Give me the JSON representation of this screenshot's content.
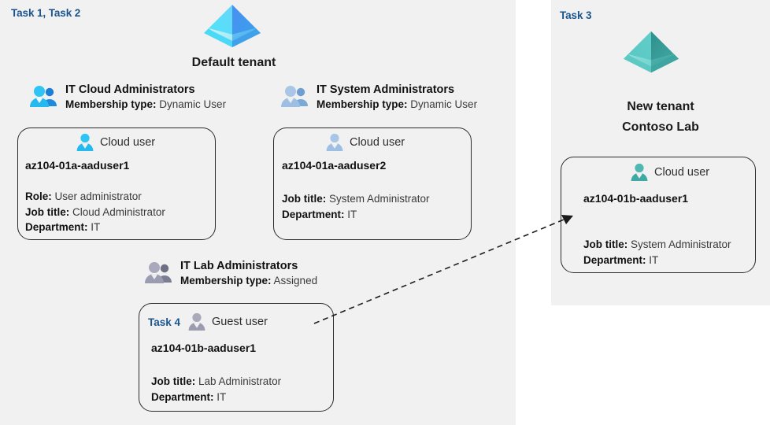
{
  "panels": {
    "left": {
      "task_tag": "Task 1, Task 2"
    },
    "right": {
      "task_tag": "Task 3"
    }
  },
  "tenants": [
    {
      "icon": "azure-ad-pyramid-icon",
      "caption_line1": "Default tenant",
      "caption_line2": "",
      "accent": "#3fa9f5"
    },
    {
      "icon": "azure-ad-pyramid-icon",
      "caption_line1": "New  tenant",
      "caption_line2": "Contoso Lab",
      "accent": "#49b6ae"
    }
  ],
  "groups": [
    {
      "icon": "group-users-icon",
      "name": "IT Cloud Administrators",
      "membership_label": "Membership type:",
      "membership_value": "Dynamic User"
    },
    {
      "icon": "group-users-icon",
      "name": "IT System Administrators",
      "membership_label": "Membership type:",
      "membership_value": "Dynamic User"
    },
    {
      "icon": "group-users-icon",
      "name": "IT Lab Administrators",
      "membership_label": "Membership type:",
      "membership_value": "Assigned"
    }
  ],
  "cards": [
    {
      "task_tag": "",
      "icon": "cloud-user-icon",
      "head_label": "Cloud user",
      "username": "az104-01a-aaduser1",
      "fields": [
        {
          "label": "Role:",
          "value": "User administrator"
        },
        {
          "label": "Job title:",
          "value": "Cloud Administrator"
        },
        {
          "label": "Department:",
          "value": "IT"
        }
      ]
    },
    {
      "task_tag": "",
      "icon": "cloud-user-icon",
      "head_label": "Cloud user",
      "username": "az104-01a-aaduser2",
      "fields": [
        {
          "label": "Job title:",
          "value": "System Administrator"
        },
        {
          "label": "Department:",
          "value": "IT"
        }
      ]
    },
    {
      "task_tag": "Task 4",
      "icon": "guest-user-icon",
      "head_label": "Guest user",
      "username": "az104-01b-aaduser1",
      "fields": [
        {
          "label": "Job title:",
          "value": "Lab Administrator"
        },
        {
          "label": "Department:",
          "value": "IT"
        }
      ]
    },
    {
      "task_tag": "",
      "icon": "cloud-user-icon",
      "head_label": "Cloud user",
      "username": "az104-01b-aaduser1",
      "fields": [
        {
          "label": "Job title:",
          "value": "System Administrator"
        },
        {
          "label": "Department:",
          "value": "IT"
        }
      ]
    }
  ],
  "connector": {
    "name": "guest-invite-arrow",
    "style": "dashed",
    "from": "az104-01b-aaduser1 guest user in Default tenant",
    "to": "az104-01b-aaduser1 cloud user in Contoso Lab tenant"
  },
  "colors": {
    "panel_bg": "#f1f1f1",
    "task_label": "#19548f",
    "card_border": "#2b2b2b",
    "tenant_blue": "#3fa9f5",
    "tenant_teal": "#49b6ae"
  }
}
